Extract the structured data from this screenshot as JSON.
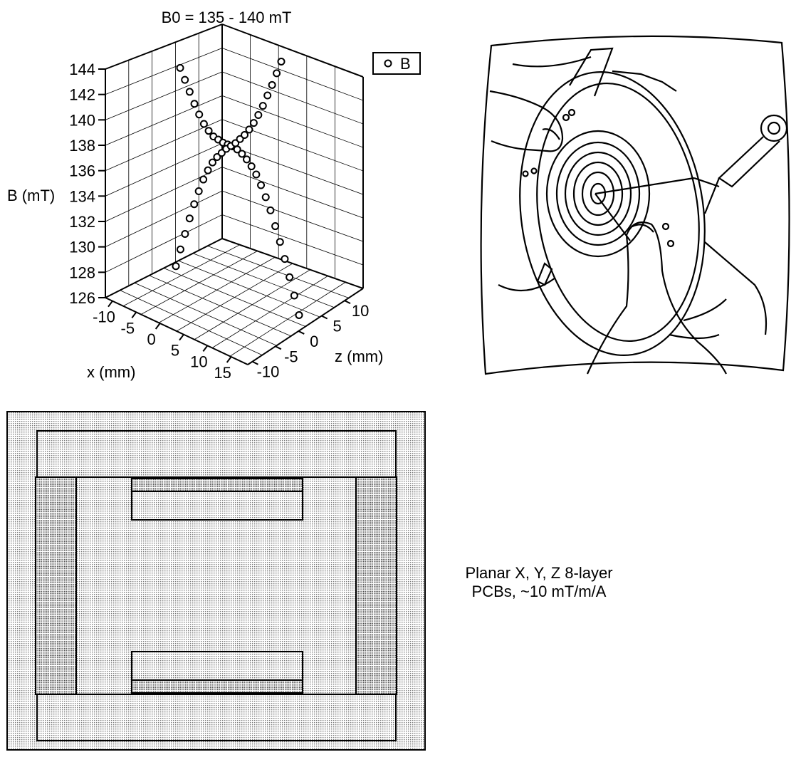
{
  "chart_data": {
    "type": "scatter",
    "title": "B0 = 135 - 140 mT",
    "ylabel": "B (mT)",
    "xlabel": "x (mm)",
    "zlabel": "z (mm)",
    "legend": {
      "label": "B",
      "position": "top-right"
    },
    "y_ticks": [
      "144",
      "142",
      "140",
      "138",
      "136",
      "134",
      "132",
      "130",
      "128",
      "126"
    ],
    "x_ticks": [
      "-10",
      "-5",
      "0",
      "5",
      "10",
      "15"
    ],
    "z_ticks": [
      "-10",
      "-5",
      "0",
      "5",
      "10"
    ],
    "ylim": [
      126,
      144
    ],
    "xlim": [
      -10,
      20
    ],
    "zlim": [
      -10,
      10
    ],
    "grid": true,
    "series": [
      {
        "name": "B",
        "points_B_mT": [
          143.7,
          142.8,
          141.9,
          141.0,
          140.2,
          139.5,
          139.0,
          138.6,
          138.4,
          138.2,
          138.1,
          138.0,
          137.8,
          137.5,
          137.1,
          136.6,
          136.0,
          135.2,
          134.3,
          133.3,
          132.1,
          130.9,
          129.6,
          128.2,
          126.8,
          125.3
        ],
        "points_B_mT_2": [
          128.6,
          129.9,
          131.1,
          132.3,
          133.4,
          134.4,
          135.3,
          136.0,
          136.6,
          137.0,
          137.3,
          137.6,
          137.8,
          138.0,
          138.3,
          138.6,
          139.0,
          139.5,
          140.1,
          140.8,
          141.6,
          142.4,
          143.3,
          144.2
        ]
      }
    ]
  },
  "caption": {
    "line1": "Planar X, Y, Z 8-layer",
    "line2": "PCBs, ~10 mT/m/A"
  }
}
